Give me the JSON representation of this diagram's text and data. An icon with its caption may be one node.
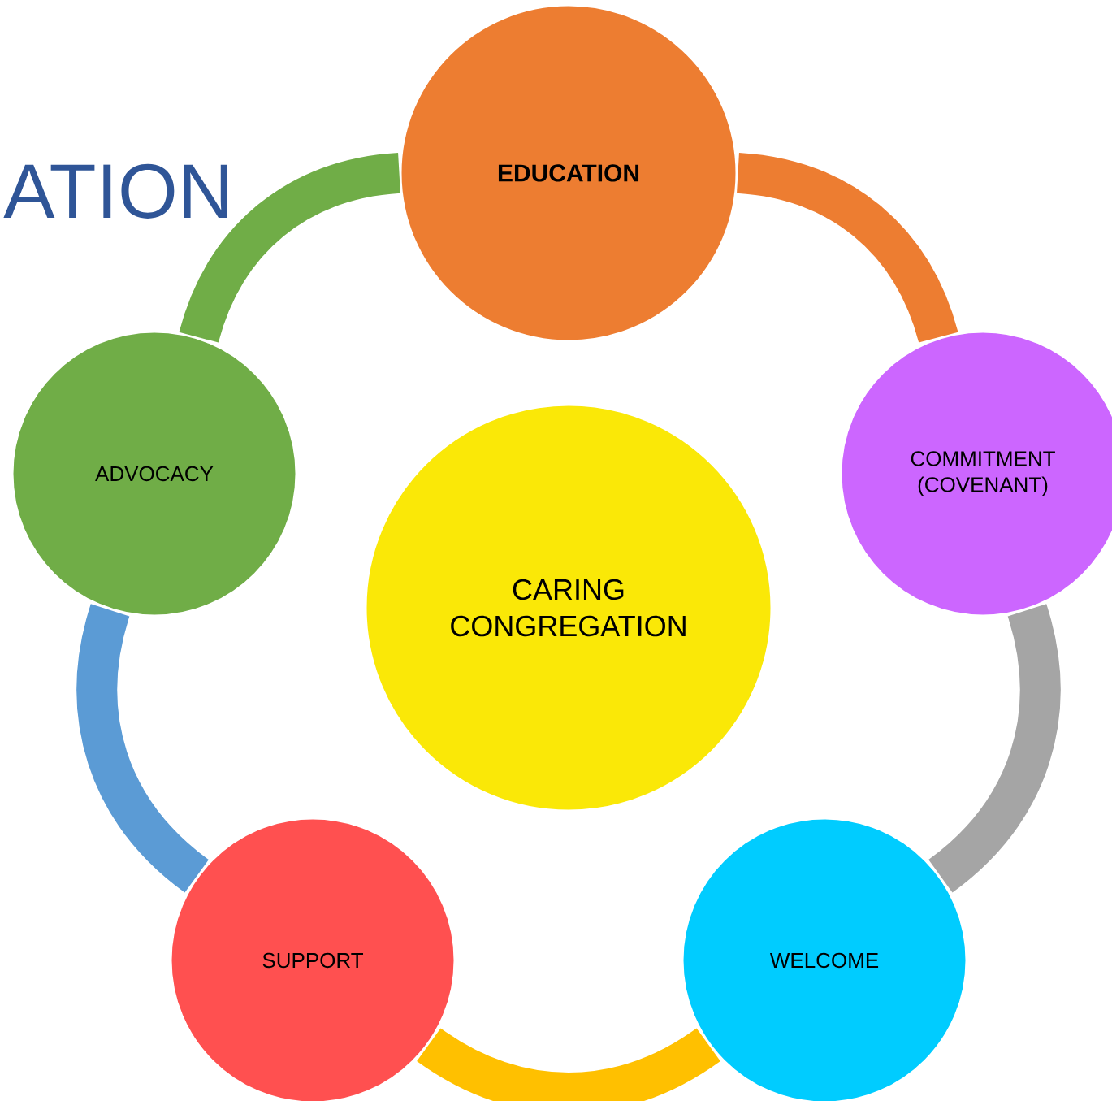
{
  "diagram": {
    "title": "ATION",
    "nodes": [
      {
        "text": [
          "EDUCATION"
        ]
      },
      {
        "text": [
          "COMMITMENT (COVENANT)"
        ]
      },
      {
        "text": [
          "WELCOME"
        ]
      },
      {
        "text": [
          "SUPPORT"
        ]
      },
      {
        "text": [
          "ADVOCACY"
        ]
      },
      {
        "text": [
          "CARING CONGREGATION"
        ]
      }
    ],
    "edges": [
      {
        "from": 0,
        "to": 1,
        "arrow": "none",
        "color": "#ed7d31"
      },
      {
        "from": 1,
        "to": 2,
        "arrow": "none",
        "color": "#a5a5a5"
      },
      {
        "from": 2,
        "to": 3,
        "arrow": "none",
        "color": "#ffc000"
      },
      {
        "from": 3,
        "to": 4,
        "arrow": "none",
        "color": "#5b9bd5"
      },
      {
        "from": 4,
        "to": 0,
        "arrow": "none",
        "color": "#70ad47"
      }
    ]
  }
}
